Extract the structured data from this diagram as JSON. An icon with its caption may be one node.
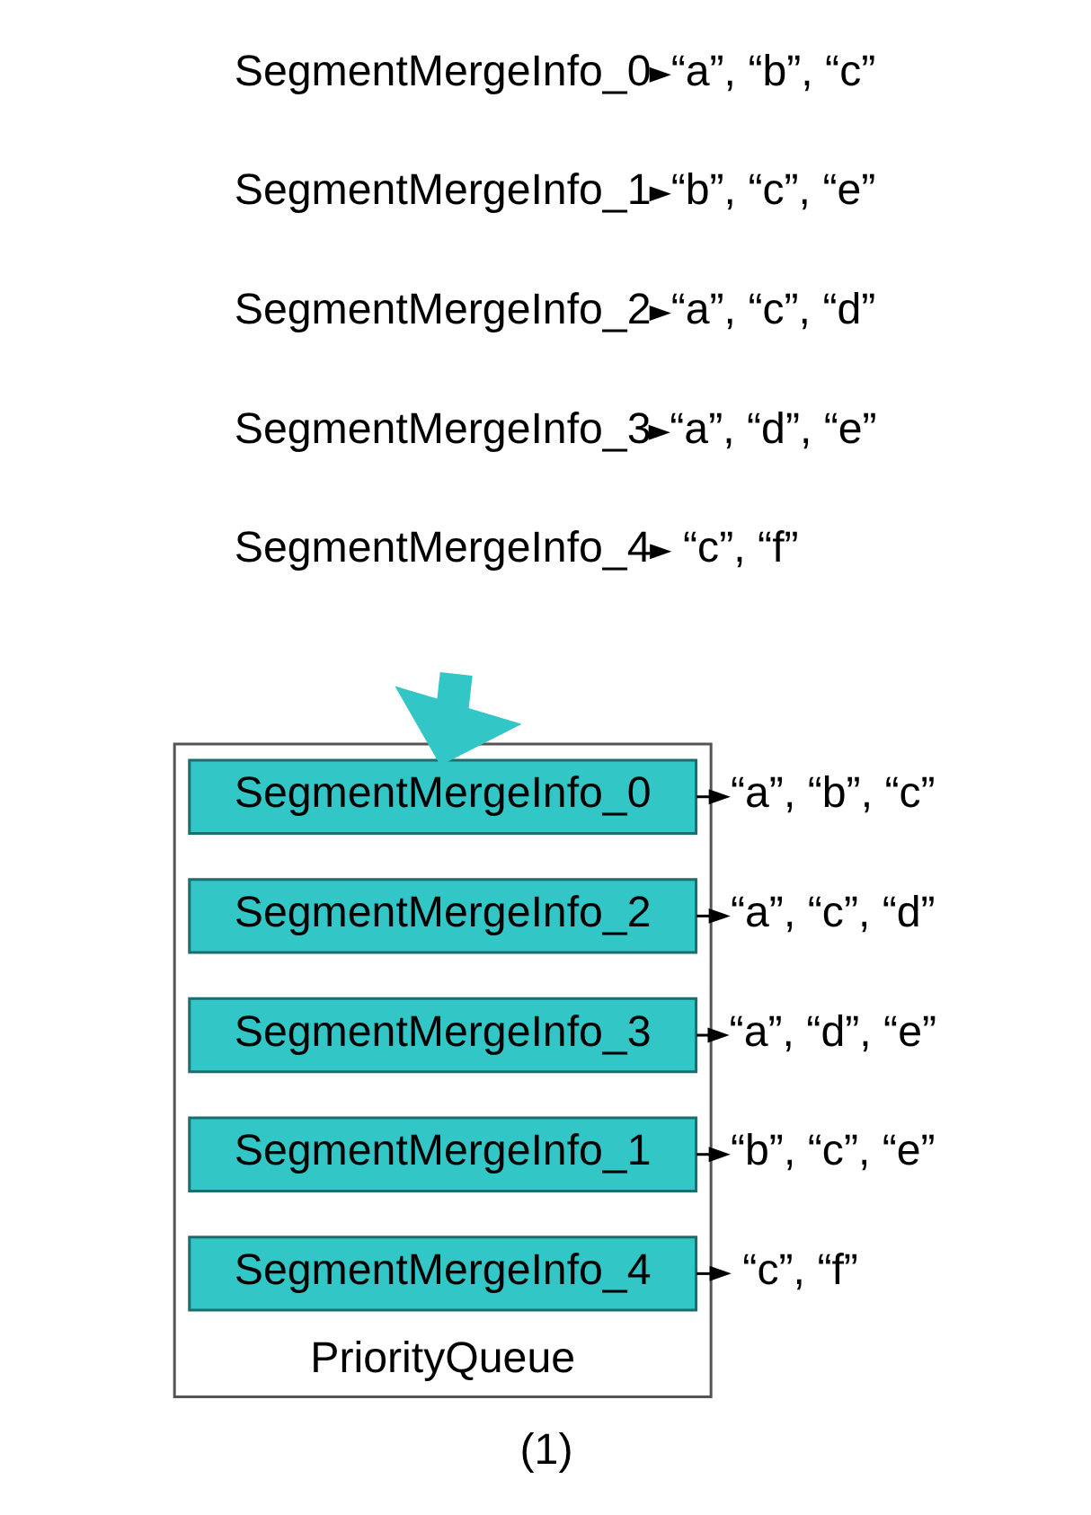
{
  "diagram": {
    "caption": "(1)",
    "nodes": [
      {
        "text": [
          "SegmentMergeInfo_0"
        ]
      },
      {
        "text": [
          "“a”, “b”, “c”"
        ]
      },
      {
        "text": [
          "SegmentMergeInfo_1"
        ]
      },
      {
        "text": [
          "“b”, “c”, “e”"
        ]
      },
      {
        "text": [
          "SegmentMergeInfo_2"
        ]
      },
      {
        "text": [
          "“a”, “c”, “d”"
        ]
      },
      {
        "text": [
          "SegmentMergeInfo_3"
        ]
      },
      {
        "text": [
          "“a”, “d”, “e”"
        ]
      },
      {
        "text": [
          "SegmentMergeInfo_4"
        ]
      },
      {
        "text": [
          "“c”, “f”"
        ]
      },
      {
        "text": [
          "PriorityQueue"
        ]
      },
      {
        "text": [
          "SegmentMergeInfo_0"
        ],
        "in": 10
      },
      {
        "text": [
          "“a”, “b”, “c”"
        ]
      },
      {
        "text": [
          "SegmentMergeInfo_2"
        ],
        "in": 10
      },
      {
        "text": [
          "“a”, “c”, “d”"
        ]
      },
      {
        "text": [
          "SegmentMergeInfo_3"
        ],
        "in": 10
      },
      {
        "text": [
          "“a”, “d”, “e”"
        ]
      },
      {
        "text": [
          "SegmentMergeInfo_1"
        ],
        "in": 10
      },
      {
        "text": [
          "“b”, “c”, “e”"
        ]
      },
      {
        "text": [
          "SegmentMergeInfo_4"
        ],
        "in": 10
      },
      {
        "text": [
          "“c”, “f”"
        ]
      }
    ],
    "edges": [
      {
        "from": 0,
        "to": 1,
        "arrow": "to"
      },
      {
        "from": 2,
        "to": 3,
        "arrow": "to"
      },
      {
        "from": 4,
        "to": 5,
        "arrow": "to"
      },
      {
        "from": 6,
        "to": 7,
        "arrow": "to"
      },
      {
        "from": 8,
        "to": 9,
        "arrow": "to"
      },
      {
        "from": null,
        "to": 10,
        "arrow": "to",
        "style": "thick",
        "color": "#33c6c6"
      },
      {
        "from": 11,
        "to": 12,
        "arrow": "to"
      },
      {
        "from": 13,
        "to": 14,
        "arrow": "to"
      },
      {
        "from": 15,
        "to": 16,
        "arrow": "to"
      },
      {
        "from": 17,
        "to": 18,
        "arrow": "to"
      },
      {
        "from": 19,
        "to": 20,
        "arrow": "to"
      }
    ]
  }
}
